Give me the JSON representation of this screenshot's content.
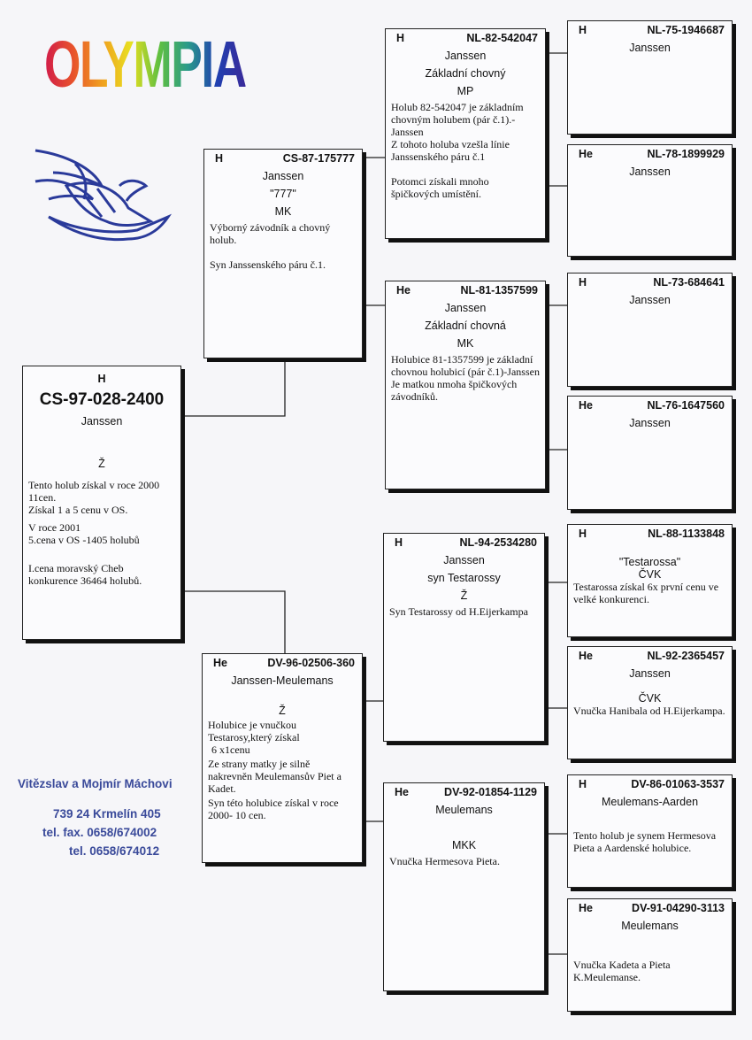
{
  "logo": {
    "text": "OLYMPIA",
    "color_start": "#d11b4a",
    "color_end": "#2a2a9a"
  },
  "dove_icon_color": "#2a3a9a",
  "contact": {
    "names": "Vitězslav a Mojmír Máchovi",
    "address": "739 24 Krmelín 405",
    "tel_fax": "tel. fax. 0658/674002",
    "tel": "tel. 0658/674012"
  },
  "pigeons": {
    "subject": {
      "sex": "H",
      "ring": "CS-97-028-2400",
      "breed": "Janssen",
      "color": "Ž",
      "notes": [
        "Tento holub získal v roce 2000 11cen.",
        "Získal 1 a 5 cenu v OS.",
        "V roce 2001",
        "5.cena v OS -1405 holubů",
        "I.cena moravský Cheb konkurence 36464 holubů."
      ]
    },
    "sire": {
      "sex": "H",
      "ring": "CS-87-175777",
      "breed": "Janssen",
      "name": "\"777\"",
      "color": "MK",
      "notes": [
        "Výborný závodník a chovný holub.",
        "Syn Janssenského páru č.1."
      ]
    },
    "dam": {
      "sex": "He",
      "ring": "DV-96-02506-360",
      "breed": "Janssen-Meulemans",
      "color": "Ž",
      "notes": [
        "Holubice je vnučkou Testarosy,který získal",
        "6 x1cenu",
        "Ze strany matky je silně nakrevněn Meulemansův Piet a Kadet.",
        "Syn této holubice získal v roce 2000- 10 cen."
      ]
    },
    "ss": {
      "sex": "H",
      "ring": "NL-82-542047",
      "breed": "Janssen",
      "name": "Základní chovný",
      "color": "MP",
      "notes": [
        "Holub 82-542047 je základním chovným holubem (pár č.1).-Janssen",
        "Z tohoto holuba vzešla línie Janssenského páru č.1",
        "Potomci získali mnoho špičkových umístění."
      ]
    },
    "sd": {
      "sex": "He",
      "ring": "NL-81-1357599",
      "breed": "Janssen",
      "name": "Základní chovná",
      "color": "MK",
      "notes": [
        "Holubice 81-1357599 je základní chovnou holubicí (pár č.1)-Janssen",
        "Je matkou nmoha špičkových závodníků."
      ]
    },
    "ds": {
      "sex": "H",
      "ring": "NL-94-2534280",
      "breed": "Janssen",
      "name": "syn Testarossy",
      "color": "Ž",
      "notes": [
        "Syn Testarossy od H.Eijerkampa"
      ]
    },
    "dd": {
      "sex": "He",
      "ring": "DV-92-01854-1129",
      "breed": "Meulemans",
      "color": "MKK",
      "notes": [
        "Vnučka Hermesova Pieta."
      ]
    },
    "sss": {
      "sex": "H",
      "ring": "NL-75-1946687",
      "breed": "Janssen"
    },
    "ssd": {
      "sex": "He",
      "ring": "NL-78-1899929",
      "breed": "Janssen"
    },
    "sds": {
      "sex": "H",
      "ring": "NL-73-684641",
      "breed": "Janssen"
    },
    "sdd": {
      "sex": "He",
      "ring": "NL-76-1647560",
      "breed": "Janssen"
    },
    "dss": {
      "sex": "H",
      "ring": "NL-88-1133848",
      "name": "\"Testarossa\"",
      "color": "ČVK",
      "notes": [
        "Testarossa získal 6x první cenu ve velké konkurenci."
      ]
    },
    "dsd": {
      "sex": "He",
      "ring": "NL-92-2365457",
      "breed": "Janssen",
      "color": "ČVK",
      "notes": [
        "Vnučka Hanibala od H.Eijerkampa."
      ]
    },
    "dds": {
      "sex": "H",
      "ring": "DV-86-01063-3537",
      "breed": "Meulemans-Aarden",
      "notes": [
        "Tento holub je synem Hermesova Pieta a Aardenské holubice."
      ]
    },
    "ddd": {
      "sex": "He",
      "ring": "DV-91-04290-3113",
      "breed": "Meulemans",
      "notes": [
        "Vnučka Kadeta a Pieta K.Meulemanse."
      ]
    }
  }
}
